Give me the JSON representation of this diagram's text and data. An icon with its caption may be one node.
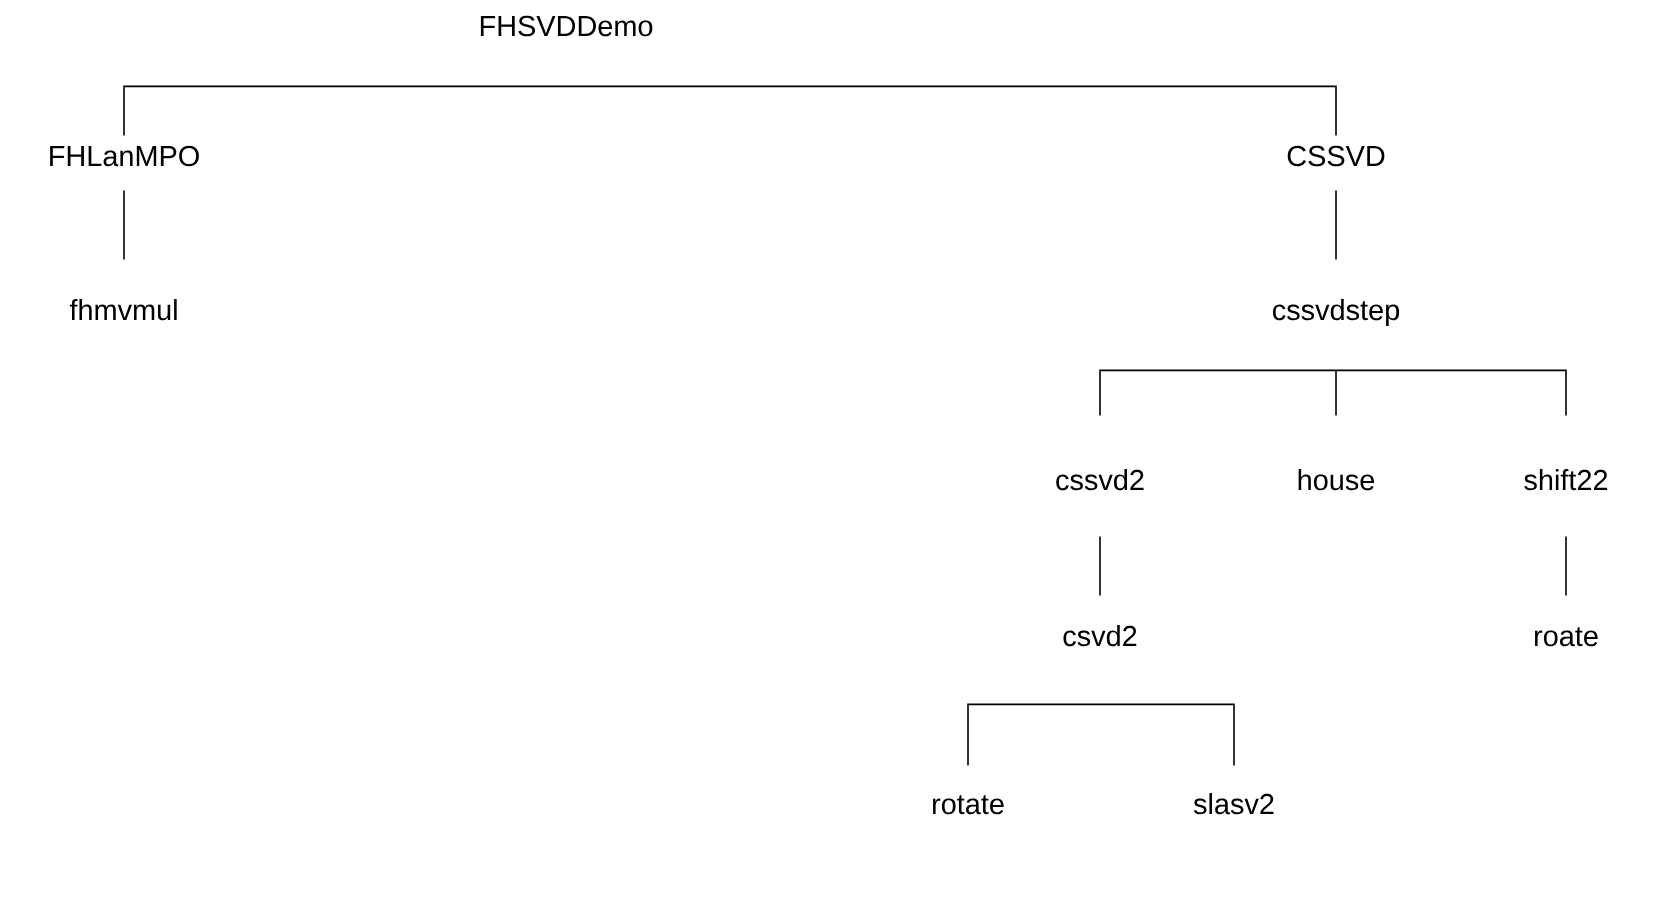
{
  "diagram": {
    "nodes": [
      {
        "text": [
          "FHSVDDemo"
        ]
      },
      {
        "text": [
          "FHLanMPO"
        ]
      },
      {
        "text": [
          "CSSVD"
        ]
      },
      {
        "text": [
          "fhmvmul"
        ]
      },
      {
        "text": [
          "cssvdstep"
        ]
      },
      {
        "text": [
          "cssvd2"
        ]
      },
      {
        "text": [
          "house"
        ]
      },
      {
        "text": [
          "shift22"
        ]
      },
      {
        "text": [
          "csvd2"
        ]
      },
      {
        "text": [
          "roate"
        ]
      },
      {
        "text": [
          "rotate"
        ]
      },
      {
        "text": [
          "slasv2"
        ]
      }
    ],
    "edges": [
      {
        "from": 0,
        "to": 1,
        "arrow": "none"
      },
      {
        "from": 0,
        "to": 2,
        "arrow": "none"
      },
      {
        "from": 1,
        "to": 3,
        "arrow": "none"
      },
      {
        "from": 2,
        "to": 4,
        "arrow": "none"
      },
      {
        "from": 4,
        "to": 5,
        "arrow": "none"
      },
      {
        "from": 4,
        "to": 6,
        "arrow": "none"
      },
      {
        "from": 4,
        "to": 7,
        "arrow": "none"
      },
      {
        "from": 5,
        "to": 8,
        "arrow": "none"
      },
      {
        "from": 7,
        "to": 9,
        "arrow": "none"
      },
      {
        "from": 8,
        "to": 10,
        "arrow": "none"
      },
      {
        "from": 8,
        "to": 11,
        "arrow": "none"
      }
    ]
  }
}
